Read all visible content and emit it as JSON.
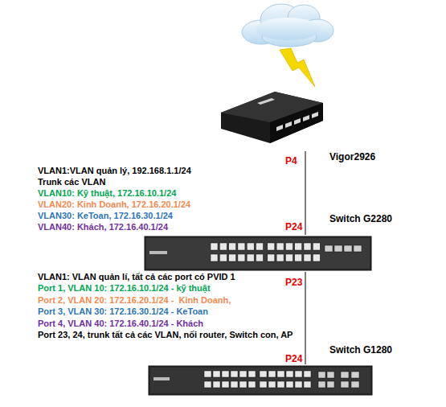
{
  "diagram": {
    "nodes": [
      {
        "text": [
          "Vigor2926"
        ]
      },
      {
        "text": [
          "Switch G2280"
        ]
      },
      {
        "text": [
          "Switch G1280"
        ]
      }
    ],
    "edges": [
      {
        "from": 0,
        "to": 1,
        "arrow": "none"
      },
      {
        "from": 1,
        "to": 2,
        "arrow": "none"
      }
    ],
    "labels": [
      "P4",
      "VLAN1:VLAN quản lý, 192.168.1.1/24",
      "Trunk các VLAN",
      "VLAN10: Kỹ thuật, 172.16.10.1/24",
      "VLAN20: Kinh Doanh, 172.16.20.1/24",
      "VLAN30: KeToan, 172.16.30.1/24",
      "VLAN40: Khách, 172.16.40.1/24",
      "P24",
      "P23",
      "VLAN1: VLAN quản lí, tất cả các port có PVID 1",
      "Port 1, VLAN 10: 172.16.10.1/24 - kỹ thuật",
      "Port 2, VLAN 20: 172.16.20.1/24 -  Kinh Doanh,",
      "Port 3, VLAN 30: 172.16.30.1/24 - KeToan",
      "Port 4, VLAN 40: 172.16.40.1/24 - Khách",
      "Port 23, 24, trunk tất cả các VLAN, nối router, Switch con, AP",
      "P24"
    ]
  }
}
